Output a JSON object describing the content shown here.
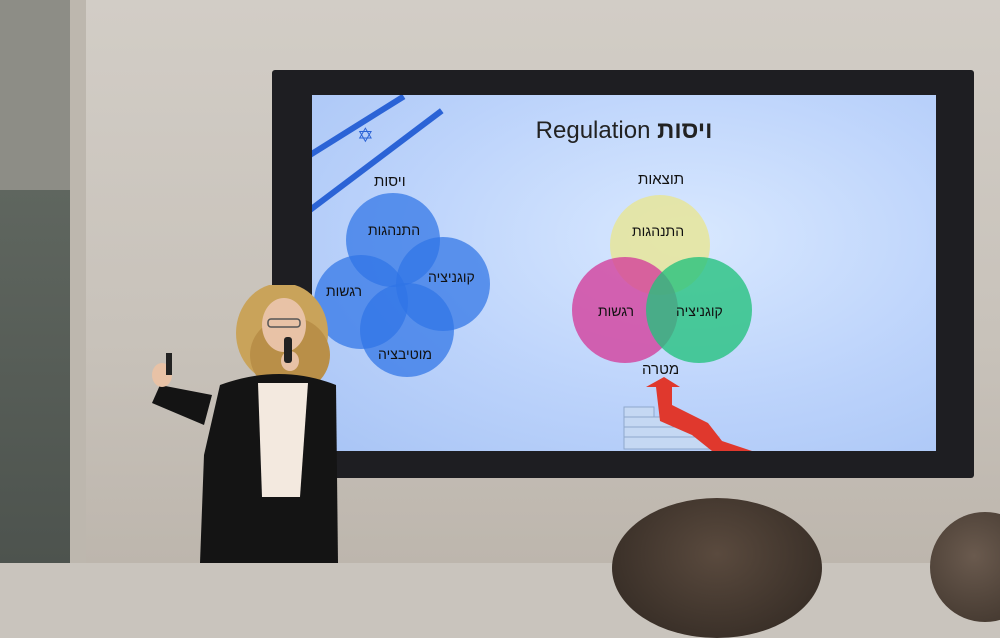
{
  "slide": {
    "title_heb": "ויסות",
    "title_eng": "Regulation",
    "left_heading": "ויסות",
    "right_heading": "תוצאות",
    "goal_label": "מטרה"
  },
  "left_venn": {
    "top": "התנהגות",
    "right": "קוגניציה",
    "left": "רגשות",
    "bottom": "מוטיבציה"
  },
  "right_venn": {
    "top": "התנהגות",
    "right": "קוגניציה",
    "left": "רגשות"
  },
  "colors": {
    "slide_bg": "#bcd3fb",
    "flag_blue": "#2b63d6",
    "venn_blue": "#2f74e6",
    "yellow": "#e6e59a",
    "magenta": "#d43c9a",
    "green": "#22c27c",
    "arrow_red": "#e0382d"
  }
}
